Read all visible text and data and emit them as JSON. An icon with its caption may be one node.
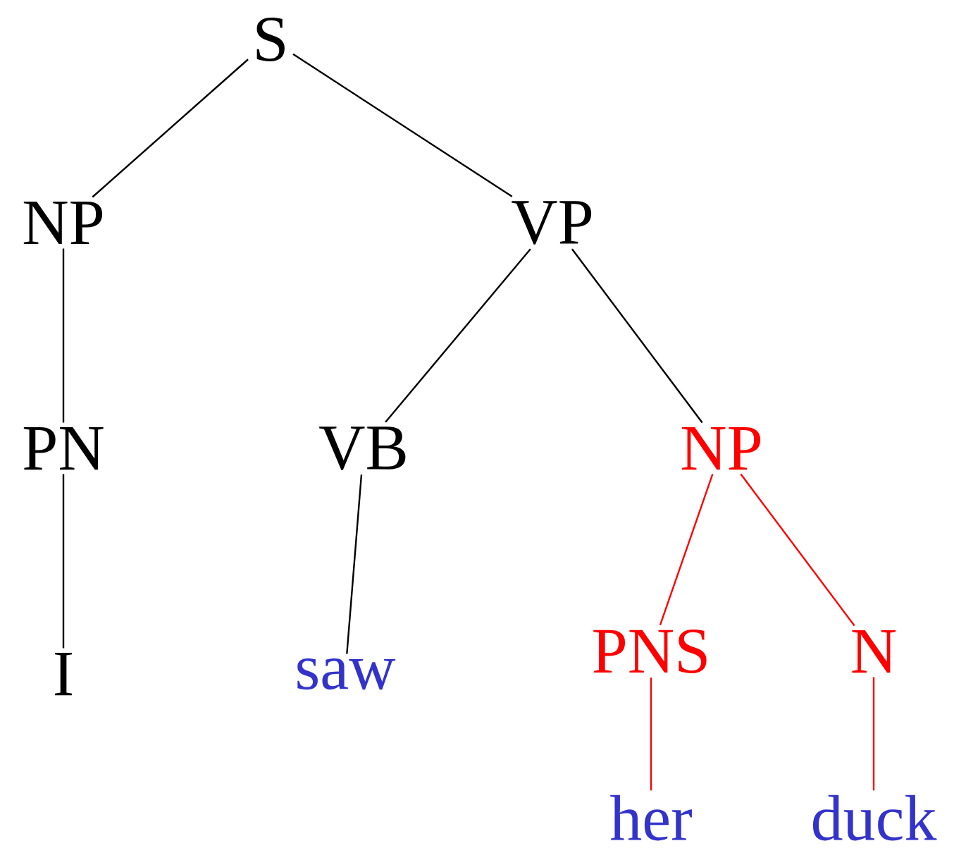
{
  "diagram": {
    "nodes": [
      {
        "text": [
          "S"
        ]
      },
      {
        "text": [
          "NP"
        ]
      },
      {
        "text": [
          "VP"
        ]
      },
      {
        "text": [
          "PN"
        ]
      },
      {
        "text": [
          "VB"
        ]
      },
      {
        "text": [
          "NP"
        ]
      },
      {
        "text": [
          "I"
        ]
      },
      {
        "text": [
          "saw"
        ]
      },
      {
        "text": [
          "PNS"
        ]
      },
      {
        "text": [
          "N"
        ]
      },
      {
        "text": [
          "her"
        ]
      },
      {
        "text": [
          "duck"
        ]
      }
    ],
    "edges": [
      {
        "from": 0,
        "to": 1,
        "arrow": "none"
      },
      {
        "from": 0,
        "to": 2,
        "arrow": "none"
      },
      {
        "from": 1,
        "to": 3,
        "arrow": "none"
      },
      {
        "from": 2,
        "to": 4,
        "arrow": "none"
      },
      {
        "from": 2,
        "to": 5,
        "arrow": "none"
      },
      {
        "from": 3,
        "to": 6,
        "arrow": "none"
      },
      {
        "from": 4,
        "to": 7,
        "arrow": "none"
      },
      {
        "from": 5,
        "to": 8,
        "arrow": "none",
        "color": "#ff0000"
      },
      {
        "from": 5,
        "to": 9,
        "arrow": "none",
        "color": "#ff0000"
      },
      {
        "from": 8,
        "to": 10,
        "arrow": "none",
        "color": "#ff0000"
      },
      {
        "from": 9,
        "to": 11,
        "arrow": "none",
        "color": "#ff0000"
      }
    ]
  }
}
